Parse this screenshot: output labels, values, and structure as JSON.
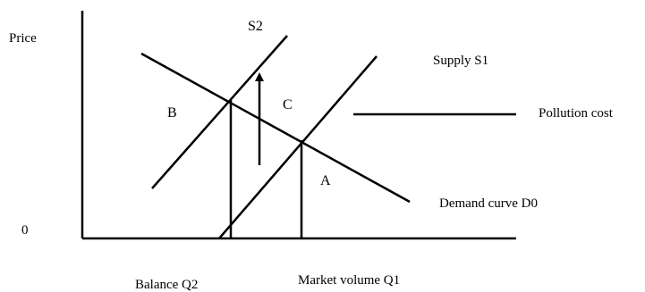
{
  "labels": {
    "price": "Price",
    "origin": "0",
    "s2": "S2",
    "supply_s1": "Supply S1",
    "b": "B",
    "c": "C",
    "a": "A",
    "pollution_cost": "Pollution cost",
    "demand_curve": "Demand curve D0",
    "balance_q2": "Balance Q2",
    "market_volume_q1": "Market volume Q1"
  },
  "colors": {
    "ink": "#000000",
    "background": "#ffffff"
  }
}
